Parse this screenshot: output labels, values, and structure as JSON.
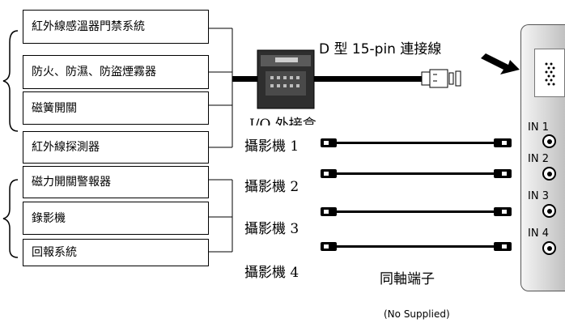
{
  "sensors_group": [
    "紅外線感溫器門禁系統",
    "防火、防濕、防盜煙霧器",
    "磁簧開關",
    "紅外線探測器"
  ],
  "output_group": [
    "磁力開關警報器",
    "錄影機",
    "回報系統"
  ],
  "cable_label": "D 型 15-pin 連接線",
  "io_box_label": "I/O 外接盒",
  "cameras": [
    "攝影機 1",
    "攝影機 2",
    "攝影機 3",
    "攝影機 4"
  ],
  "coax_label": "同軸端子",
  "supply_note": "(No Supplied)",
  "ports": [
    "IN 1",
    "IN 2",
    "IN 3",
    "IN 4"
  ]
}
